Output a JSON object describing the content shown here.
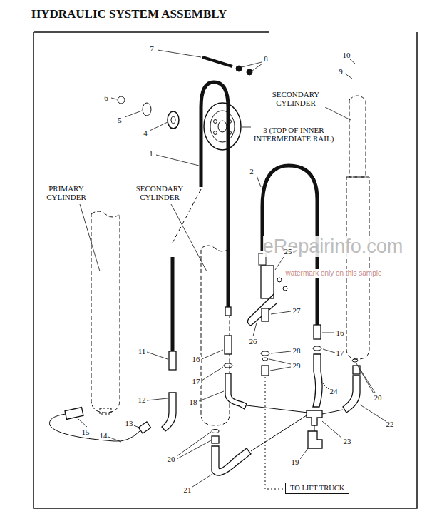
{
  "diagram": {
    "title": "HYDRAULIC SYSTEM ASSEMBLY",
    "nodes": [
      {
        "text": [
          "TO LIFT TRUCK"
        ]
      }
    ],
    "labels": [
      "7",
      "8",
      "10",
      "9",
      "SECONDARY CYLINDER",
      "6",
      "5",
      "3 (TOP OF INNER INTERMEDIATE RAIL)",
      "4",
      "1",
      "2",
      "PRIMARY CYLINDER",
      "SECONDARY CYLINDER",
      "eRepairinfo.com",
      "watermark only on this sample",
      "25",
      "27",
      "16",
      "26",
      "28",
      "11",
      "17",
      "16",
      "29",
      "17",
      "24",
      "20",
      "12",
      "18",
      "13",
      "22",
      "15",
      "14",
      "23",
      "20",
      "19",
      "21"
    ]
  }
}
